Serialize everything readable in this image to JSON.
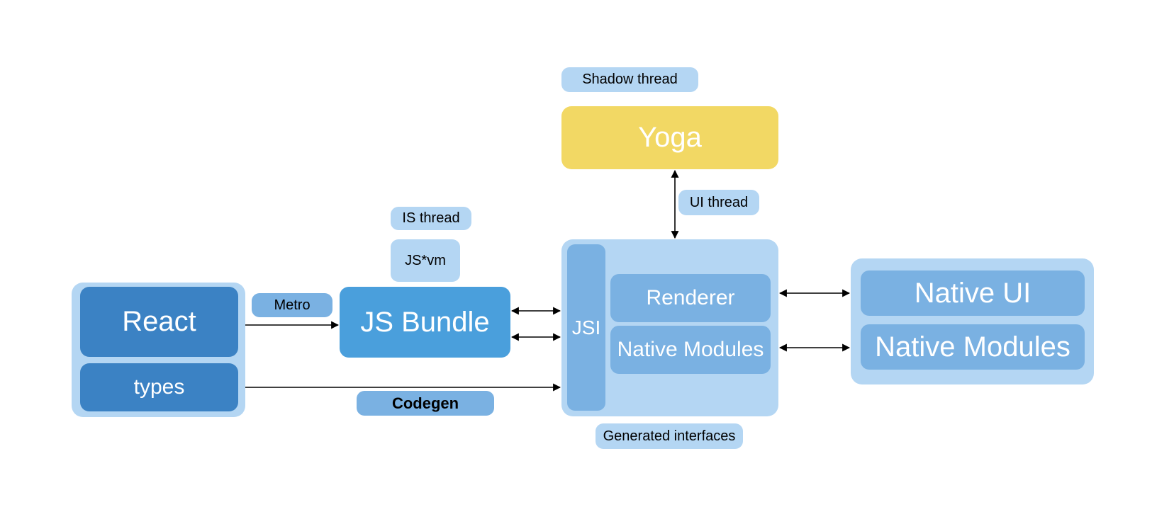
{
  "react_group": {
    "react": "React",
    "types": "types"
  },
  "metro": "Metro",
  "js_bundle": "JS Bundle",
  "codegen": "Codegen",
  "is_thread": "IS thread",
  "js_vm": "JS*vm",
  "shadow_thread": "Shadow thread",
  "yoga": "Yoga",
  "ui_thread": "UI thread",
  "core": {
    "jsi": "JSI",
    "renderer": "Renderer",
    "native_modules": "Native Modules"
  },
  "generated_interfaces": "Generated interfaces",
  "native_group": {
    "native_ui": "Native UI",
    "native_modules": "Native Modules"
  },
  "colors": {
    "container": "#b4d6f3",
    "dark_block": "#3b82c4",
    "mid_block": "#7ab1e2",
    "bundle_block": "#4a9fdc",
    "yoga_block": "#f2d864"
  }
}
